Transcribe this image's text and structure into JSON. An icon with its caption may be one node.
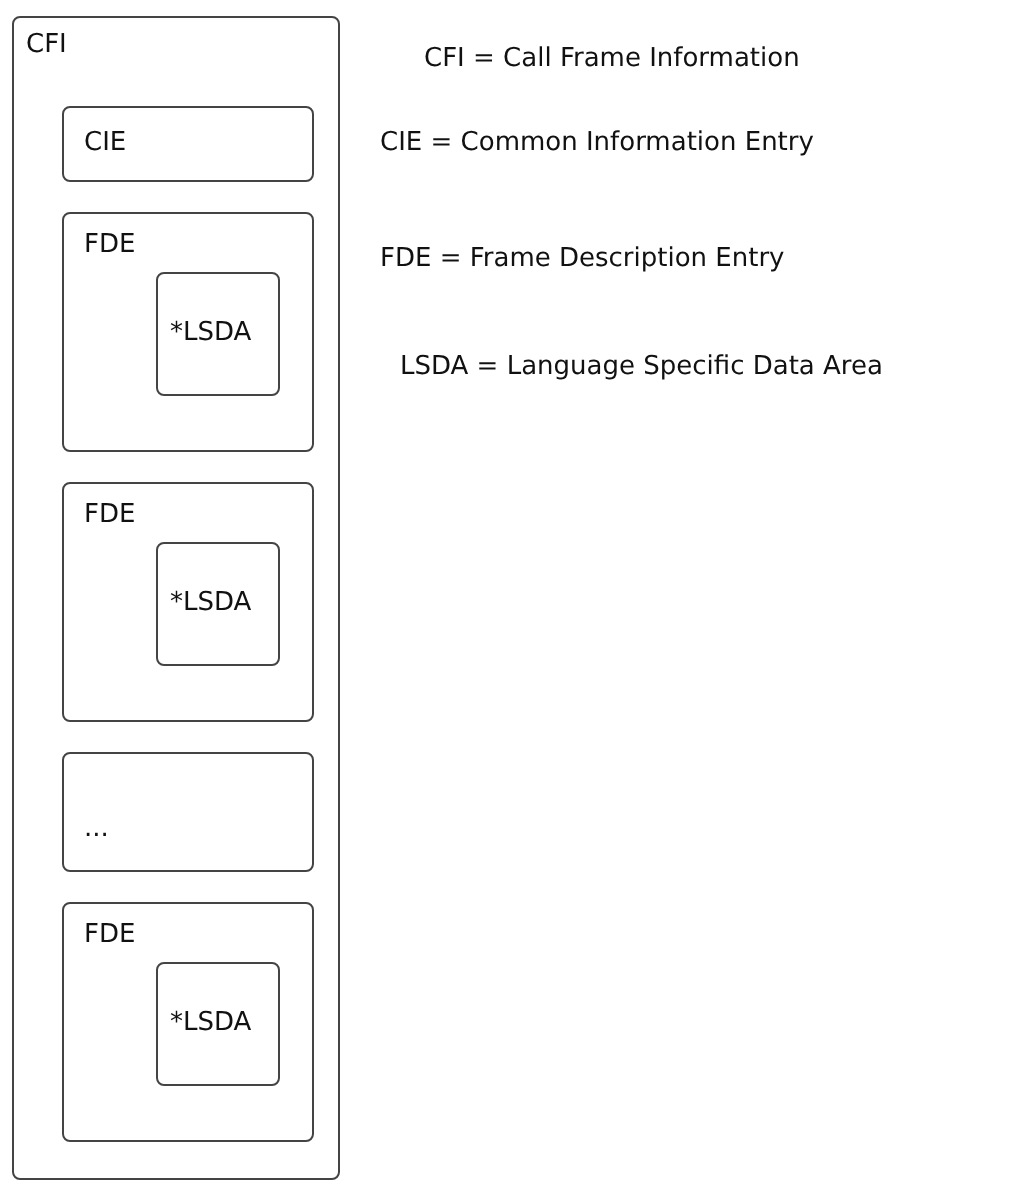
{
  "diagram": {
    "nodes": [
      {
        "text": [
          "CFI"
        ]
      },
      {
        "text": [
          "CIE"
        ],
        "in": 0
      },
      {
        "text": [
          "FDE"
        ],
        "in": 0
      },
      {
        "text": [
          "*LSDA"
        ],
        "in": 2
      },
      {
        "text": [
          "FDE"
        ],
        "in": 0
      },
      {
        "text": [
          "*LSDA"
        ],
        "in": 4
      },
      {
        "text": [
          "..."
        ],
        "in": 0
      },
      {
        "text": [
          "FDE"
        ],
        "in": 0
      },
      {
        "text": [
          "*LSDA"
        ],
        "in": 7
      }
    ],
    "edges": [],
    "labels": [
      "CFI = Call Frame Information",
      "CIE = Common Information Entry",
      "FDE = Frame Description Entry",
      "LSDA = Language Specific Data Area"
    ]
  }
}
